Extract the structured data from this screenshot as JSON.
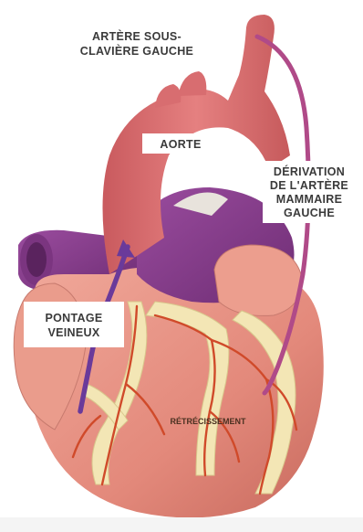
{
  "labels": {
    "subclavian_line1": "ARTÈRE SOUS-",
    "subclavian_line2": "CLAVIÈRE GAUCHE",
    "aorta": "AORTE",
    "mammary_line1": "DÉRIVATION",
    "mammary_line2": "DE L'ARTÈRE",
    "mammary_line3": "MAMMAIRE",
    "mammary_line4": "GAUCHE",
    "bypass_line1": "PONTAGE",
    "bypass_line2": "VEINEUX",
    "narrowing": "RÉTRÉCISSEMENT"
  },
  "colors": {
    "aorta": "#e07a7a",
    "pulmonary": "#8a3d8c",
    "heart": "#e89a8c",
    "fat": "#f3e6b5",
    "coronary": "#d04a2a",
    "graft_artery": "#b04a88",
    "graft_vein": "#6a3a9a"
  }
}
